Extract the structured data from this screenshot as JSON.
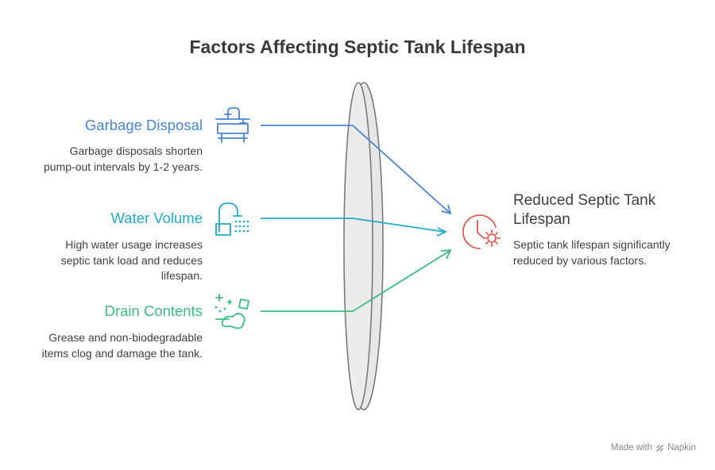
{
  "title": "Factors Affecting Septic Tank Lifespan",
  "colors": {
    "garbage": "#4a86d6",
    "water": "#22a9cc",
    "drain": "#3dbb80",
    "result": "#e05a52",
    "lens_stroke": "#7a7a7a",
    "lens_fill": "#e9e9e9"
  },
  "factors": [
    {
      "title": "Garbage Disposal",
      "description": "Garbage disposals shorten pump-out intervals by 1-2 years.",
      "icon": "sink-faucet-icon"
    },
    {
      "title": "Water Volume",
      "description": "High water usage increases septic tank load and reduces lifespan.",
      "icon": "shower-faucet-icon"
    },
    {
      "title": "Drain Contents",
      "description": "Grease and non-biodegradable items clog and damage the tank.",
      "icon": "spill-icon"
    }
  ],
  "result": {
    "title": "Reduced Septic Tank Lifespan",
    "description": "Septic tank lifespan significantly reduced by various factors.",
    "icon": "clock-gear-icon"
  },
  "footer": {
    "made_with": "Made with",
    "brand": "Napkin"
  }
}
